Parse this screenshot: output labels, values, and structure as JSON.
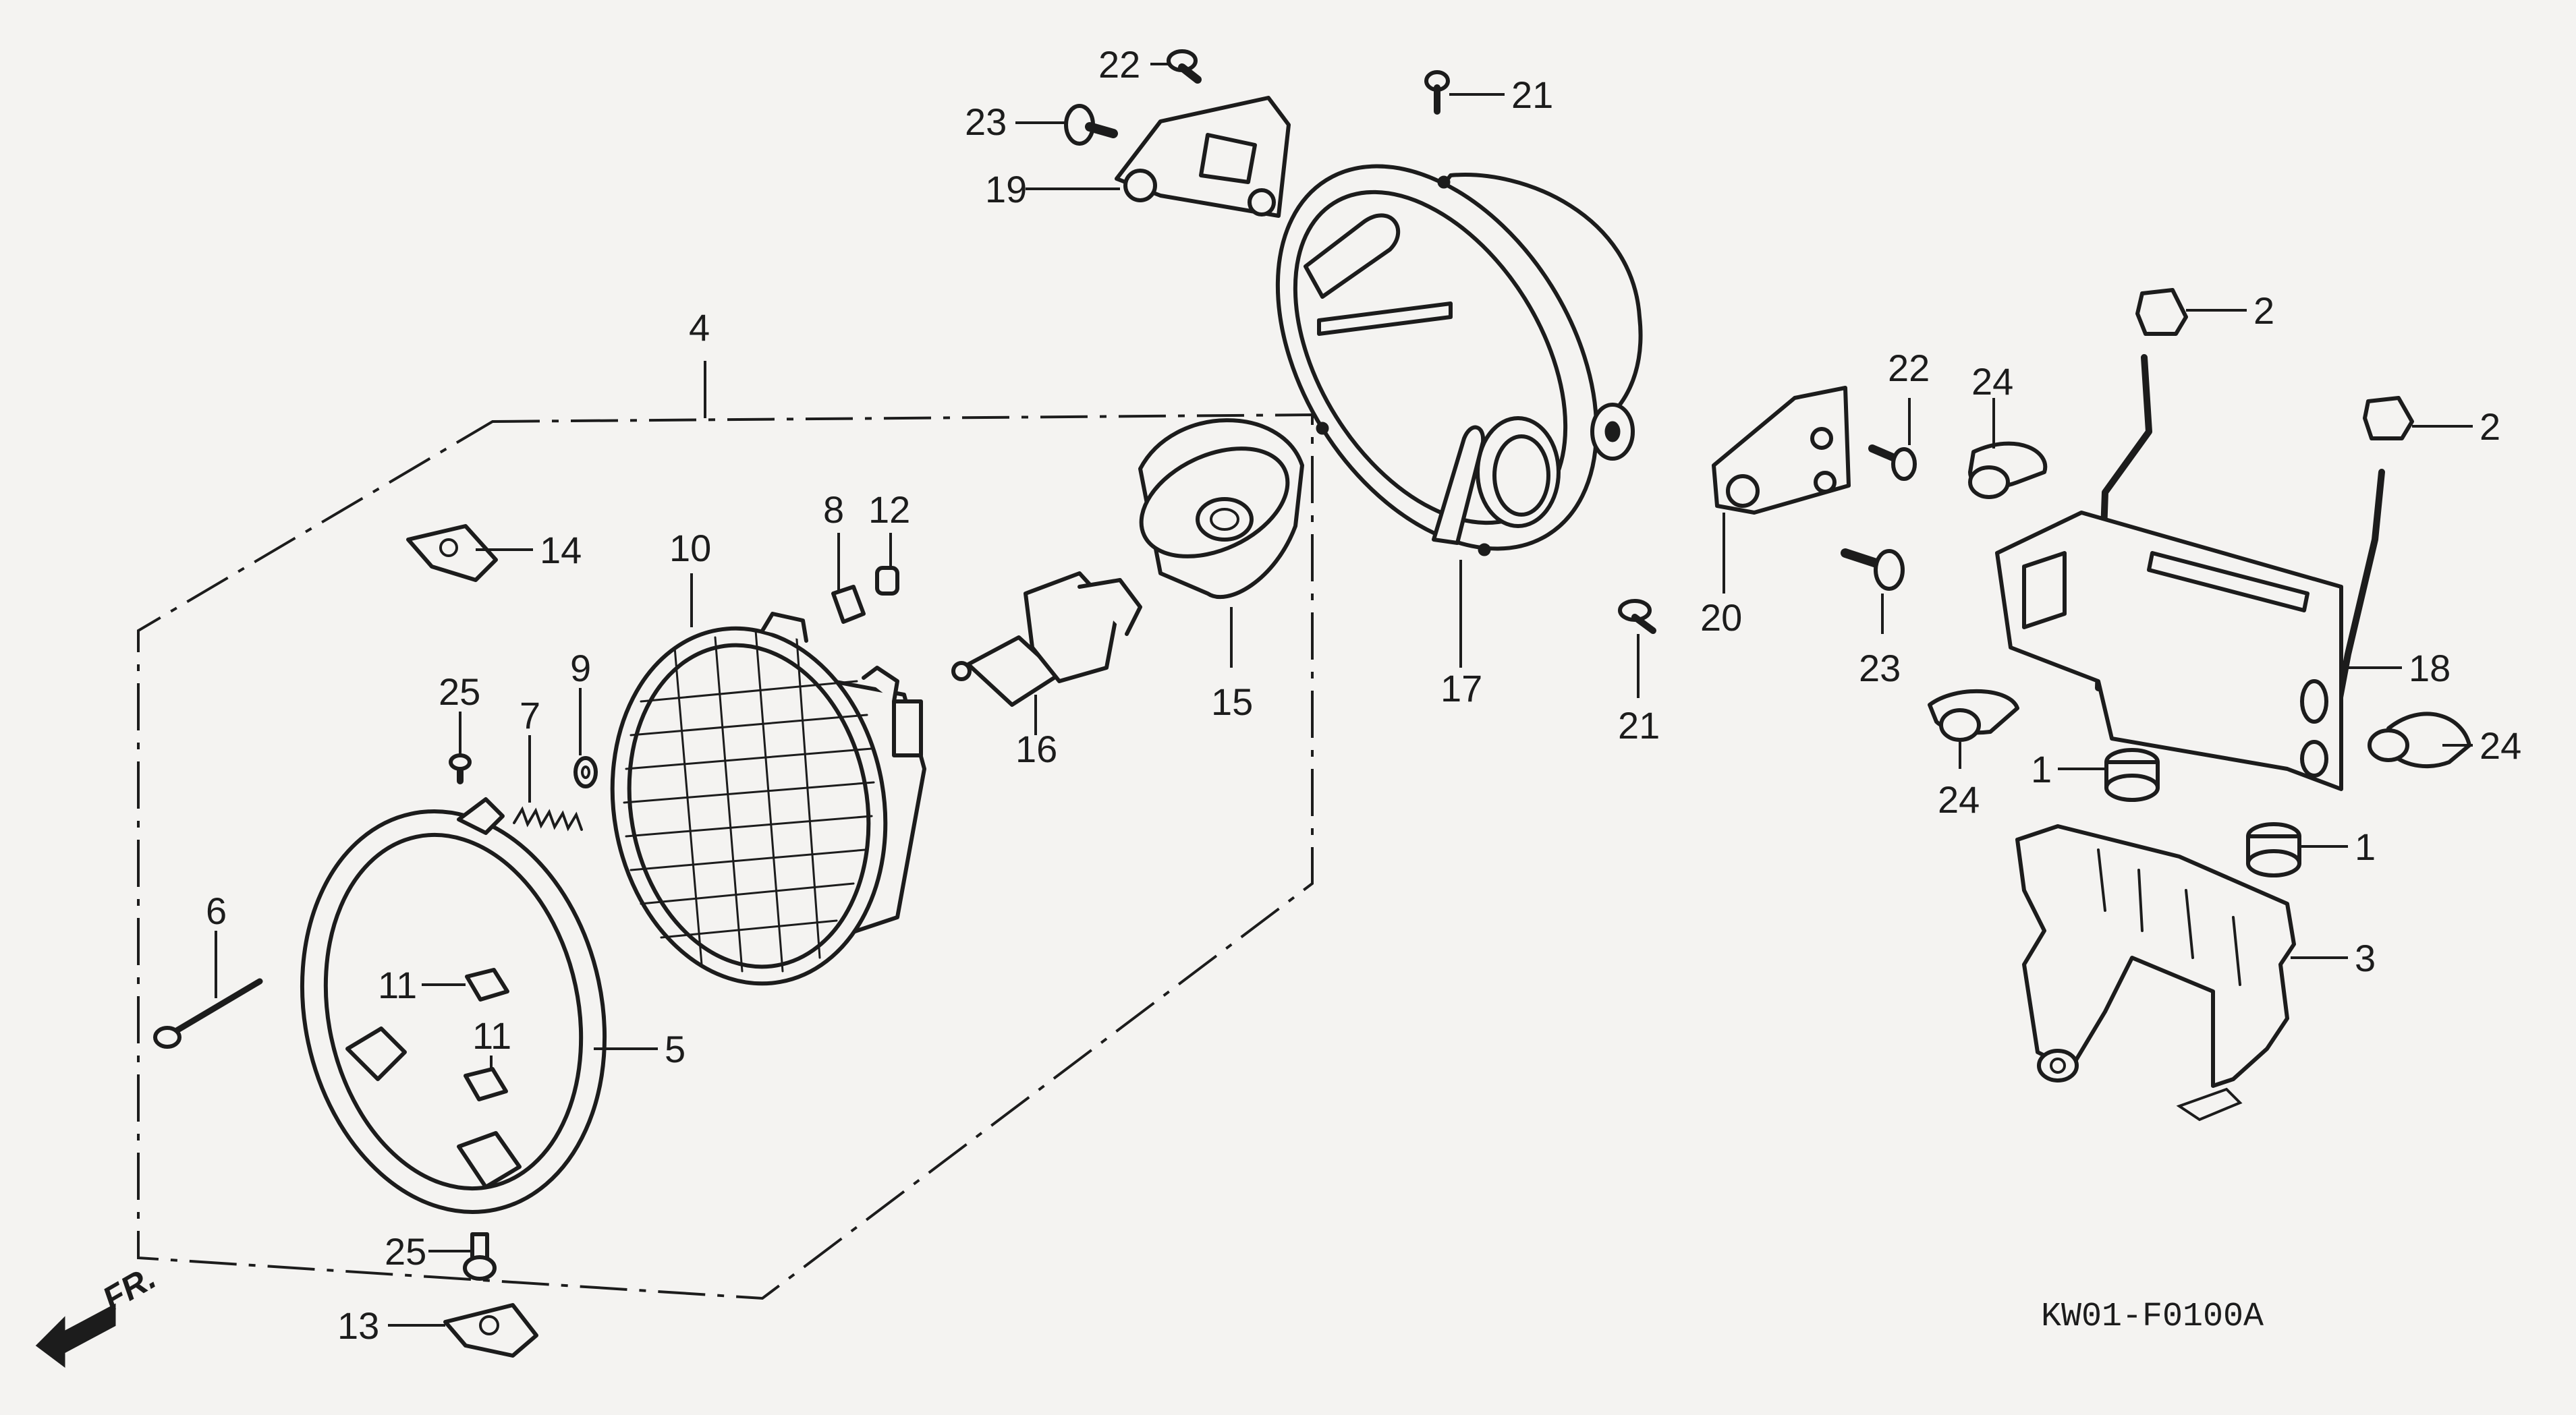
{
  "diagram": {
    "drawing_code": "KW01-F0100A",
    "front_marker": "FR.",
    "callouts": {
      "c1a": "1",
      "c1b": "1",
      "c2a": "2",
      "c2b": "2",
      "c3": "3",
      "c4": "4",
      "c5": "5",
      "c6": "6",
      "c7": "7",
      "c8": "8",
      "c9": "9",
      "c10": "10",
      "c11a": "11",
      "c11b": "11",
      "c12": "12",
      "c13": "13",
      "c14": "14",
      "c15": "15",
      "c16": "16",
      "c17": "17",
      "c18": "18",
      "c19": "19",
      "c20": "20",
      "c21a": "21",
      "c21b": "21",
      "c22a": "22",
      "c22b": "22",
      "c23a": "23",
      "c23b": "23",
      "c24a": "24",
      "c24b": "24",
      "c24c": "24",
      "c25a": "25",
      "c25b": "25"
    }
  }
}
